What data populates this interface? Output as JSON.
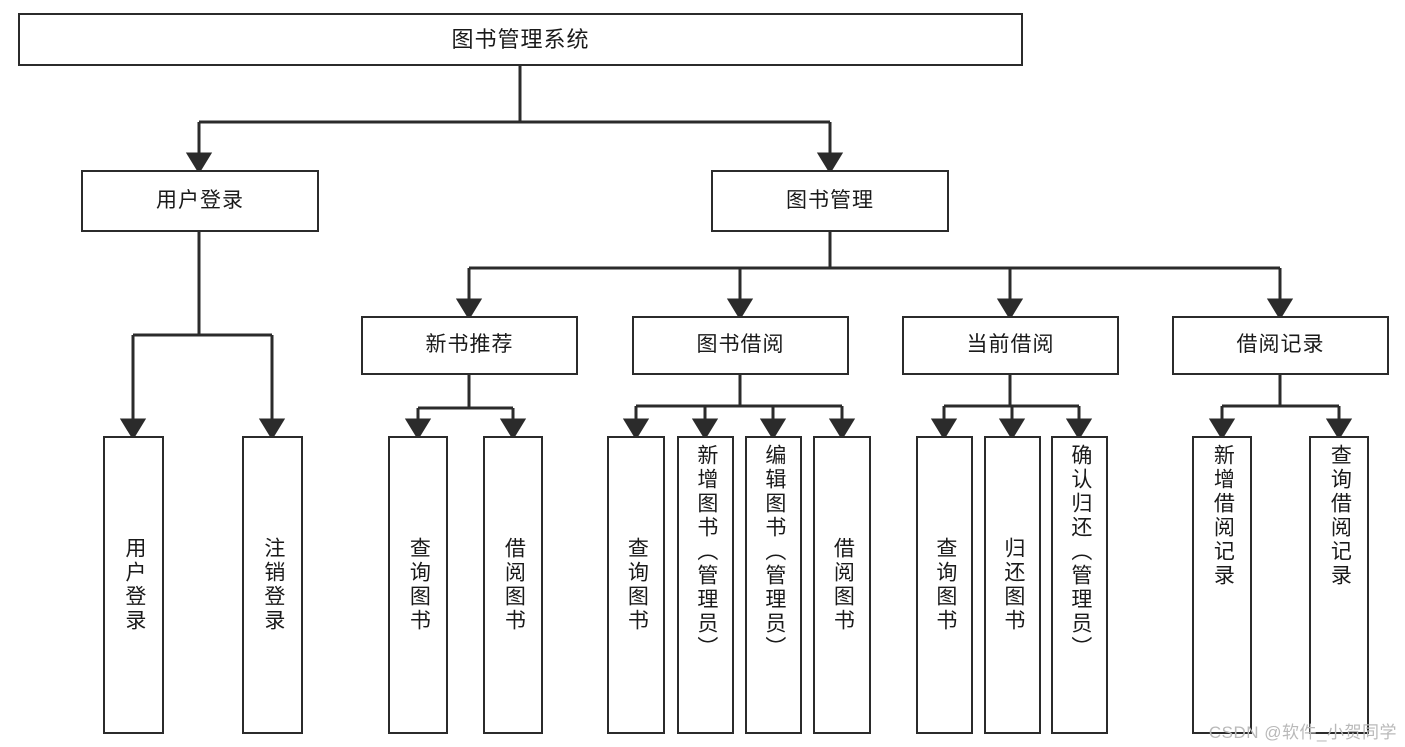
{
  "diagram": {
    "type": "tree-hierarchy-chart",
    "title": "图书管理系统",
    "stroke_color": "#2b2b2b",
    "background_color": "#ffffff",
    "text_color": "#1a1a1a",
    "level1": {
      "label": "图书管理系统"
    },
    "level2": [
      {
        "label": "用户登录"
      },
      {
        "label": "图书管理"
      }
    ],
    "level3": [
      {
        "label": "新书推荐"
      },
      {
        "label": "图书借阅"
      },
      {
        "label": "当前借阅"
      },
      {
        "label": "借阅记录"
      }
    ],
    "leaves": {
      "user_login": [
        {
          "label": "用户登录"
        },
        {
          "label": "注销登录"
        }
      ],
      "new_book_recommend": [
        {
          "label": "查询图书"
        },
        {
          "label": "借阅图书"
        }
      ],
      "book_borrow": [
        {
          "label": "查询图书"
        },
        {
          "label": "新增图书（管理员）"
        },
        {
          "label": "编辑图书（管理员）"
        },
        {
          "label": "借阅图书"
        }
      ],
      "current_borrow": [
        {
          "label": "查询图书"
        },
        {
          "label": "归还图书"
        },
        {
          "label": "确认归还（管理员）"
        }
      ],
      "borrow_record": [
        {
          "label": "新增借阅记录"
        },
        {
          "label": "查询借阅记录"
        }
      ]
    }
  },
  "watermark": {
    "text": "CSDN @软件_小贺同学",
    "color": "#b9b9b9"
  }
}
